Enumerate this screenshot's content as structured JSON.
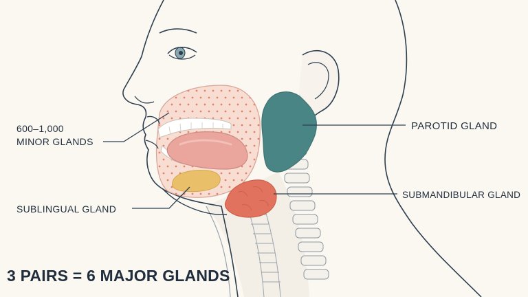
{
  "labels": {
    "minor_glands_count": "600–1,000",
    "minor_glands": "MINOR GLANDS",
    "sublingual": "SUBLINGUAL GLAND",
    "parotid": "PAROTID GLAND",
    "submandibular": "SUBMANDIBULAR GLAND"
  },
  "caption": "3 PAIRS = 6 MAJOR GLANDS",
  "colors": {
    "background": "#fbf8f1",
    "outline": "#2d3e50",
    "parotid": "#4a8585",
    "submandibular": "#e0725e",
    "sublingual": "#e9c069",
    "minor_dots": "#e4826c",
    "tongue": "#eaa59c",
    "oral_cavity": "#f8ddd2"
  }
}
